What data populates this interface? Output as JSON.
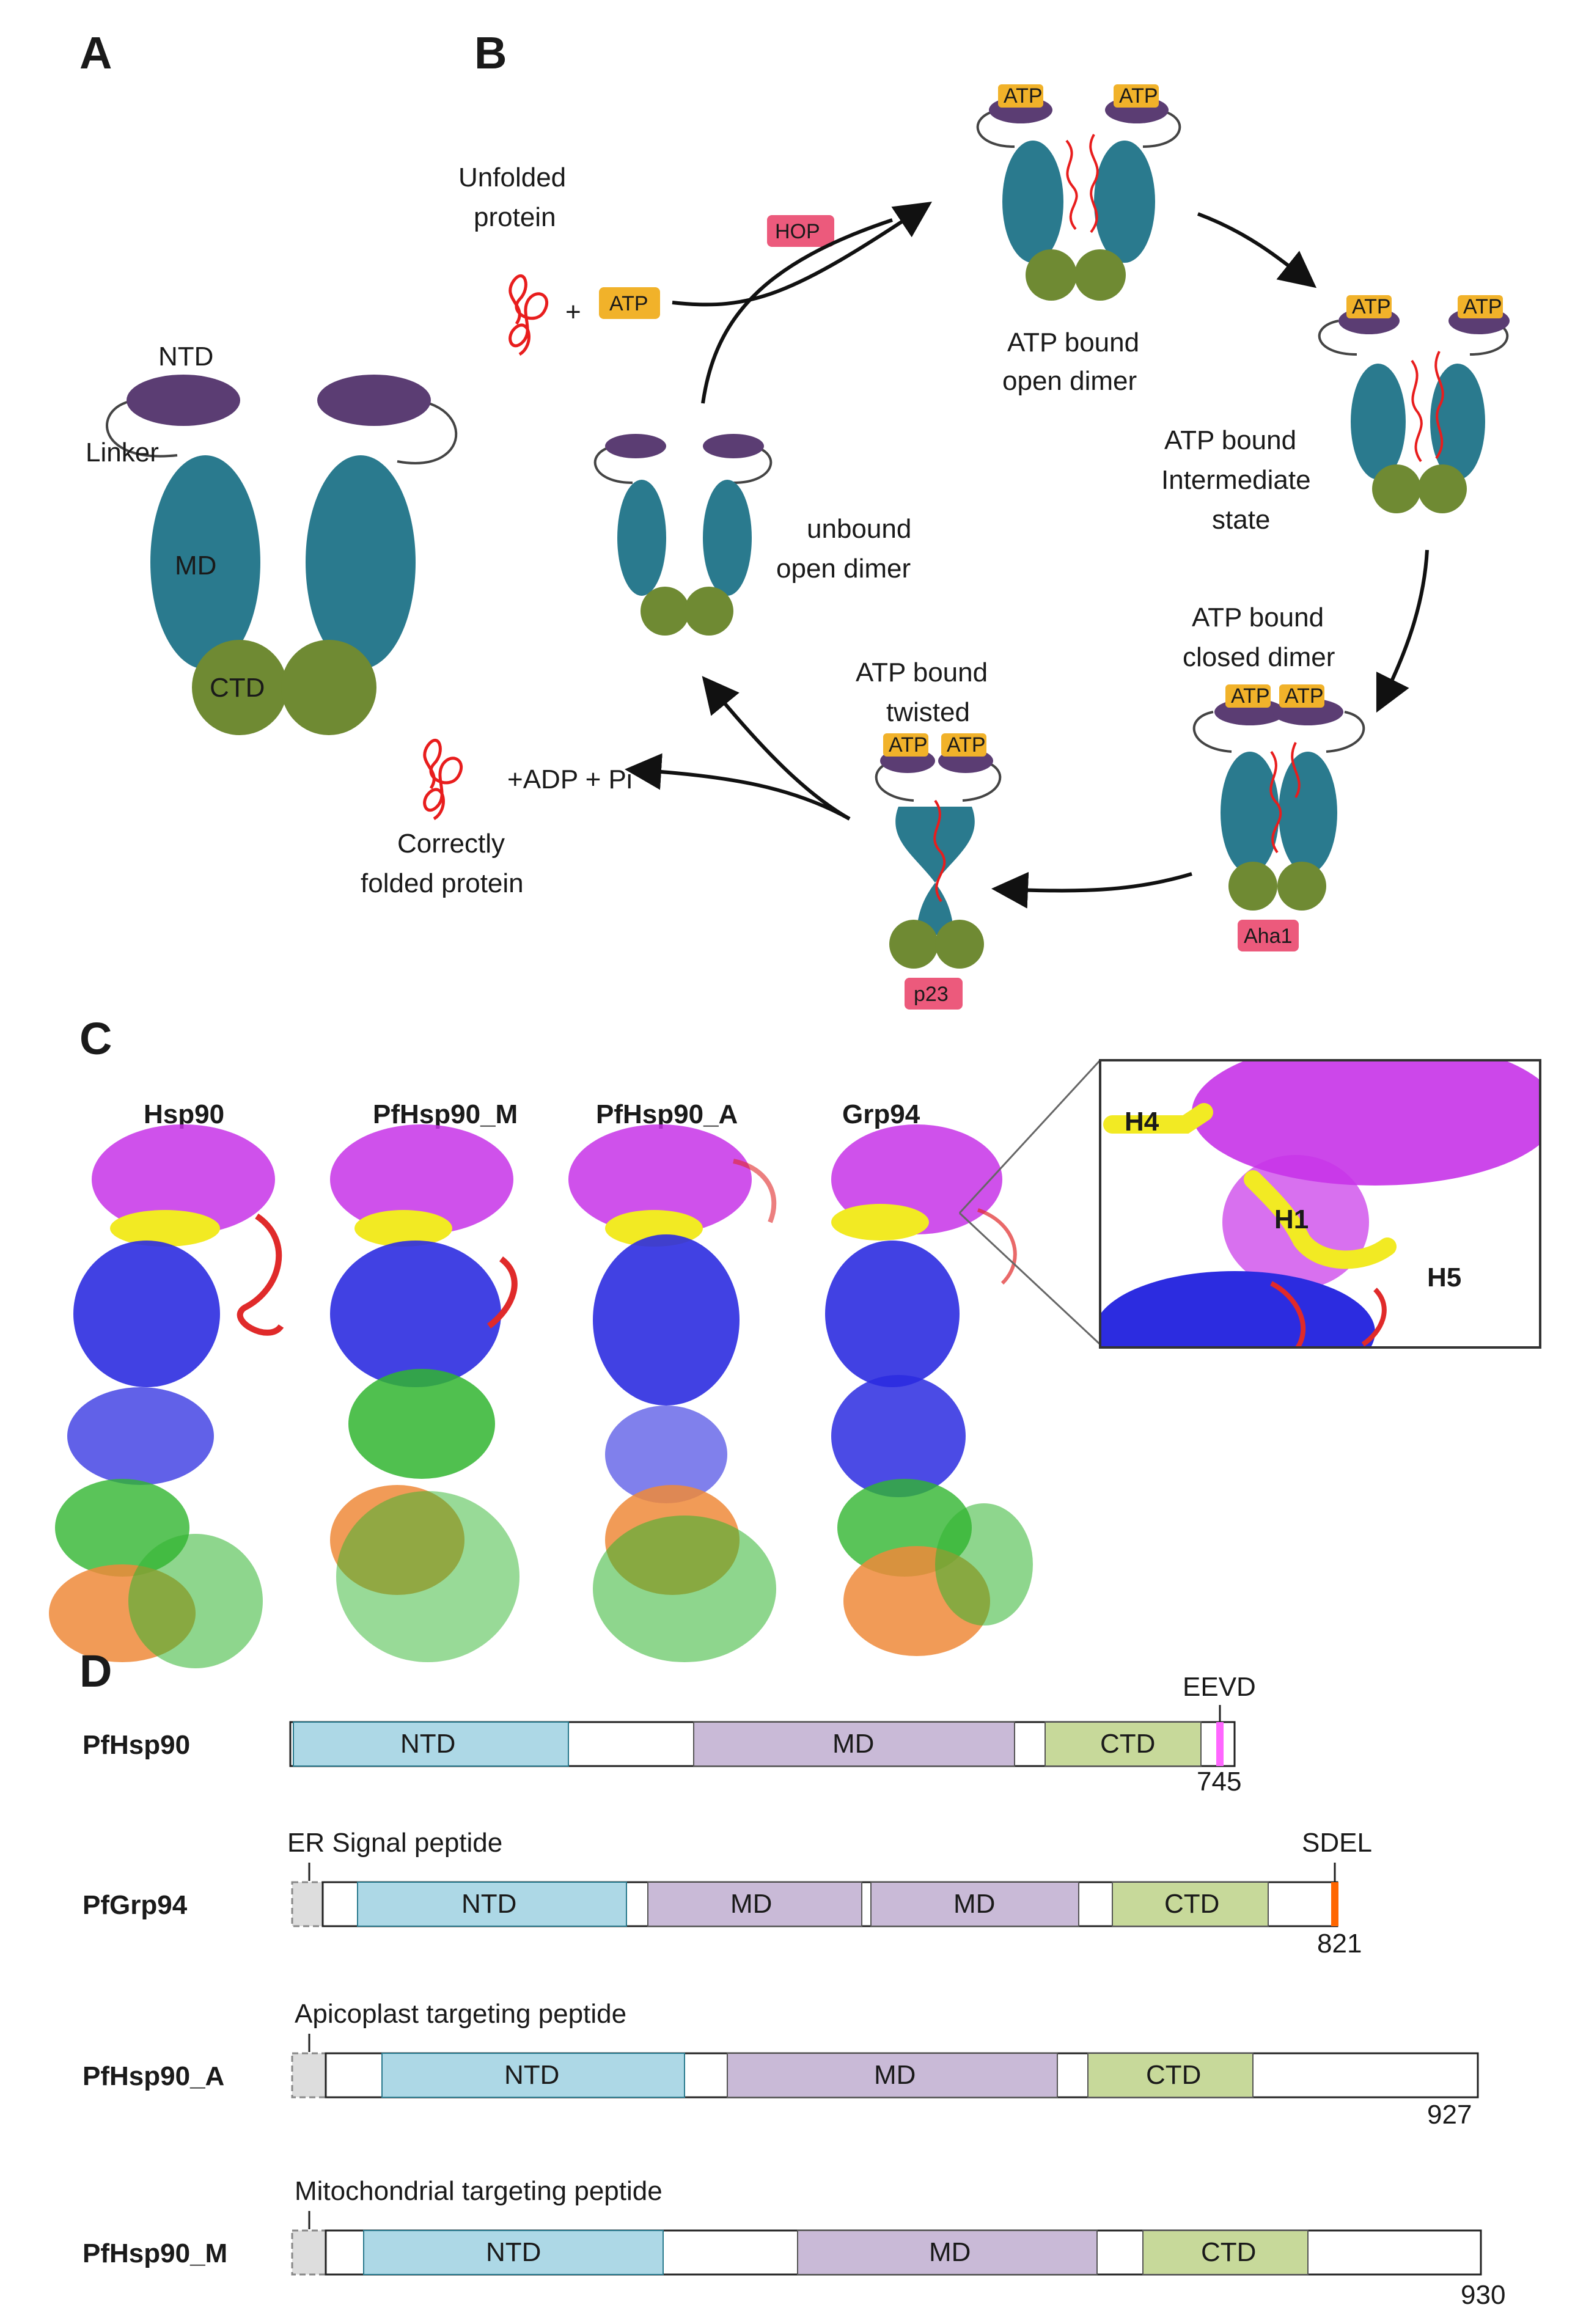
{
  "colors": {
    "ntd": "#5b3d73",
    "md": "#2a7a8e",
    "ctd": "#6f8a33",
    "atp": "#f1b22a",
    "cochaperone": "#ec5a7c",
    "substrate": "#e81d1d",
    "domain_ntd": "#add8e6",
    "domain_md": "#c9bad7",
    "domain_ctd": "#c7d99a",
    "eevd": "#ff66ff",
    "sdel": "#ff6600"
  },
  "panel_a": {
    "label": "A",
    "ntd_label": "NTD",
    "linker_label": "Linker",
    "md_label": "MD",
    "ctd_label": "CTD"
  },
  "panel_b": {
    "label": "B",
    "unfolded_line1": "Unfolded",
    "unfolded_line2": "protein",
    "plus": "+",
    "atp": "ATP",
    "hop": "HOP",
    "open_dimer_line1": "ATP bound",
    "open_dimer_line2": "open dimer",
    "intermediate_line1": "ATP bound",
    "intermediate_line2": "Intermediate",
    "intermediate_line3": "state",
    "closed_line1": "ATP bound",
    "closed_line2": "closed dimer",
    "aha1": "Aha1",
    "twisted_line1": "ATP bound",
    "twisted_line2": "twisted",
    "p23": "p23",
    "unbound_line1": "unbound",
    "unbound_line2": "open dimer",
    "products": "+ADP + Pi",
    "folded_line1": "Correctly",
    "folded_line2": "folded protein"
  },
  "panel_c": {
    "label": "C",
    "structures": [
      "Hsp90",
      "PfHsp90_M",
      "PfHsp90_A",
      "Grp94"
    ],
    "inset_helices": [
      "H4",
      "H1",
      "H5"
    ]
  },
  "panel_d": {
    "label": "D",
    "proteins": [
      {
        "name": "PfHsp90",
        "length": "745",
        "segments": [
          {
            "type": "ntd",
            "label": "NTD"
          },
          {
            "type": "md",
            "label": "MD"
          },
          {
            "type": "ctd",
            "label": "CTD"
          }
        ],
        "tail_motif": "EEVD"
      },
      {
        "name": "PfGrp94",
        "length": "821",
        "signal": "ER Signal peptide",
        "segments": [
          {
            "type": "ntd",
            "label": "NTD"
          },
          {
            "type": "md",
            "label": "MD"
          },
          {
            "type": "md",
            "label": "MD"
          },
          {
            "type": "ctd",
            "label": "CTD"
          }
        ],
        "tail_motif": "SDEL"
      },
      {
        "name": "PfHsp90_A",
        "length": "927",
        "signal": "Apicoplast targeting peptide",
        "segments": [
          {
            "type": "ntd",
            "label": "NTD"
          },
          {
            "type": "md",
            "label": "MD"
          },
          {
            "type": "ctd",
            "label": "CTD"
          }
        ]
      },
      {
        "name": "PfHsp90_M",
        "length": "930",
        "signal": "Mitochondrial targeting peptide",
        "segments": [
          {
            "type": "ntd",
            "label": "NTD"
          },
          {
            "type": "md",
            "label": "MD"
          },
          {
            "type": "ctd",
            "label": "CTD"
          }
        ]
      }
    ]
  }
}
